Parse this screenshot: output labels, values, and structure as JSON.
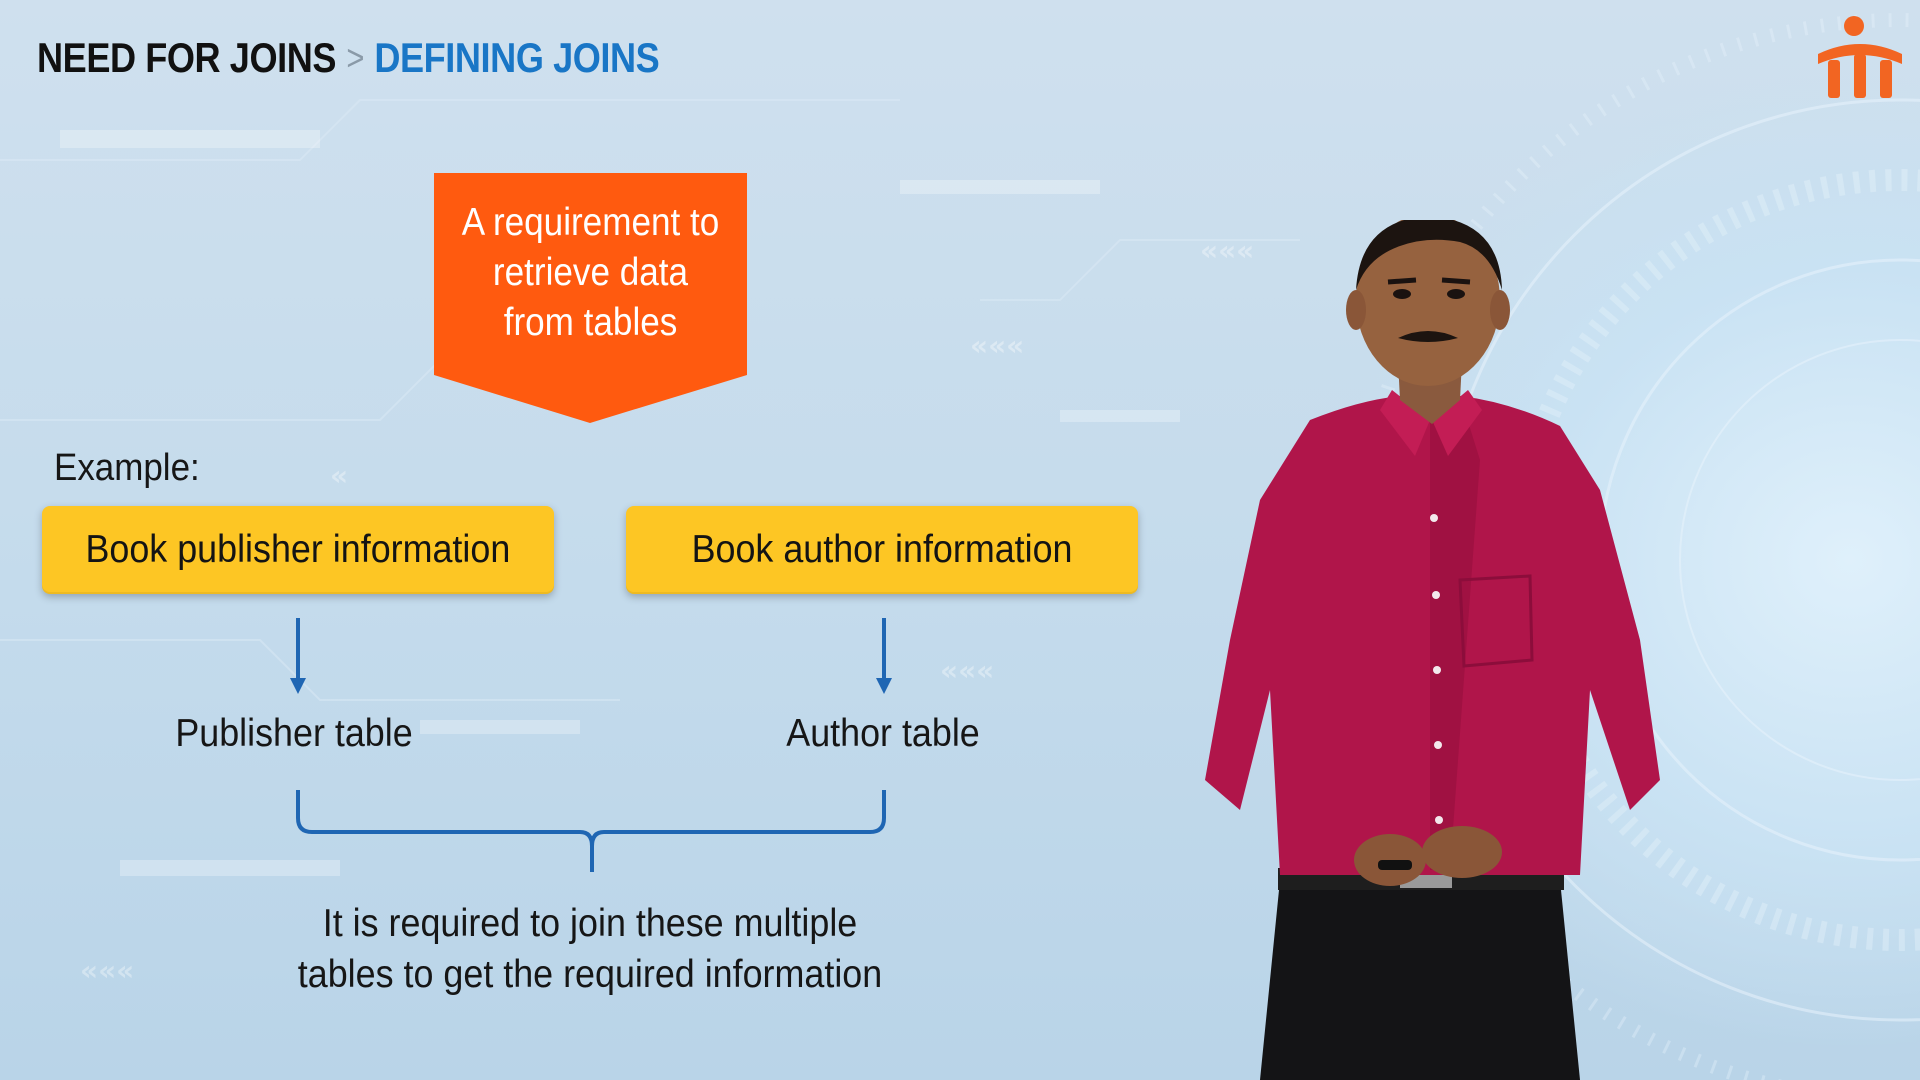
{
  "breadcrumb": {
    "parent": "NEED FOR JOINS",
    "separator": ">",
    "current": "DEFINING JOINS"
  },
  "callout": {
    "line1": "A requirement to",
    "line2": "retrieve data",
    "line3": "from tables"
  },
  "example_label": "Example:",
  "boxes": {
    "publisher": "Book publisher information",
    "author": "Book author information"
  },
  "tables": {
    "publisher": "Publisher table",
    "author": "Author table"
  },
  "conclusion": {
    "line1": "It is required to join these multiple",
    "line2": "tables to get the required information"
  },
  "colors": {
    "accent_blue": "#1976c6",
    "callout_orange": "#ff5a0f",
    "box_yellow": "#fdc624",
    "arrow_blue": "#1f66b3",
    "logo_orange": "#f26522"
  },
  "icons": {
    "logo": "brand-logo-icon"
  }
}
